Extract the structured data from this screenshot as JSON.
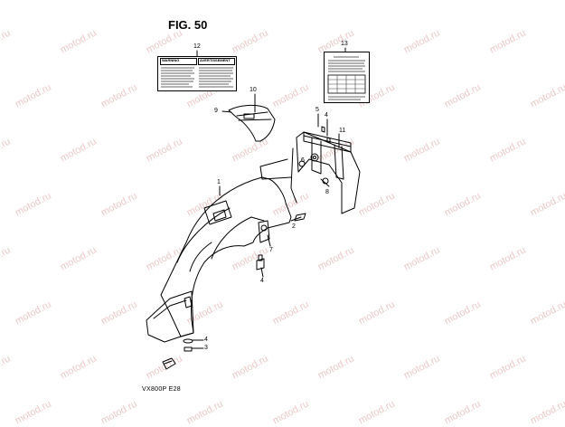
{
  "figure": {
    "title": "FIG. 50",
    "model": "VX800P  E28"
  },
  "labels": {
    "warning_left": "WARNING",
    "warning_right": "AVERTISSEMENT"
  },
  "callouts": [
    {
      "id": "c12",
      "text": "12"
    },
    {
      "id": "c13",
      "text": "13"
    },
    {
      "id": "c10",
      "text": "10"
    },
    {
      "id": "c9",
      "text": "9"
    },
    {
      "id": "c5",
      "text": "5"
    },
    {
      "id": "c4a",
      "text": "4"
    },
    {
      "id": "c11",
      "text": "11"
    },
    {
      "id": "c1",
      "text": "1"
    },
    {
      "id": "c6",
      "text": "6"
    },
    {
      "id": "c8",
      "text": "8"
    },
    {
      "id": "c2",
      "text": "2"
    },
    {
      "id": "c7",
      "text": "7"
    },
    {
      "id": "c4b",
      "text": "4"
    },
    {
      "id": "c4c",
      "text": "4"
    },
    {
      "id": "c3",
      "text": "3"
    }
  ],
  "watermark": "motod.ru"
}
